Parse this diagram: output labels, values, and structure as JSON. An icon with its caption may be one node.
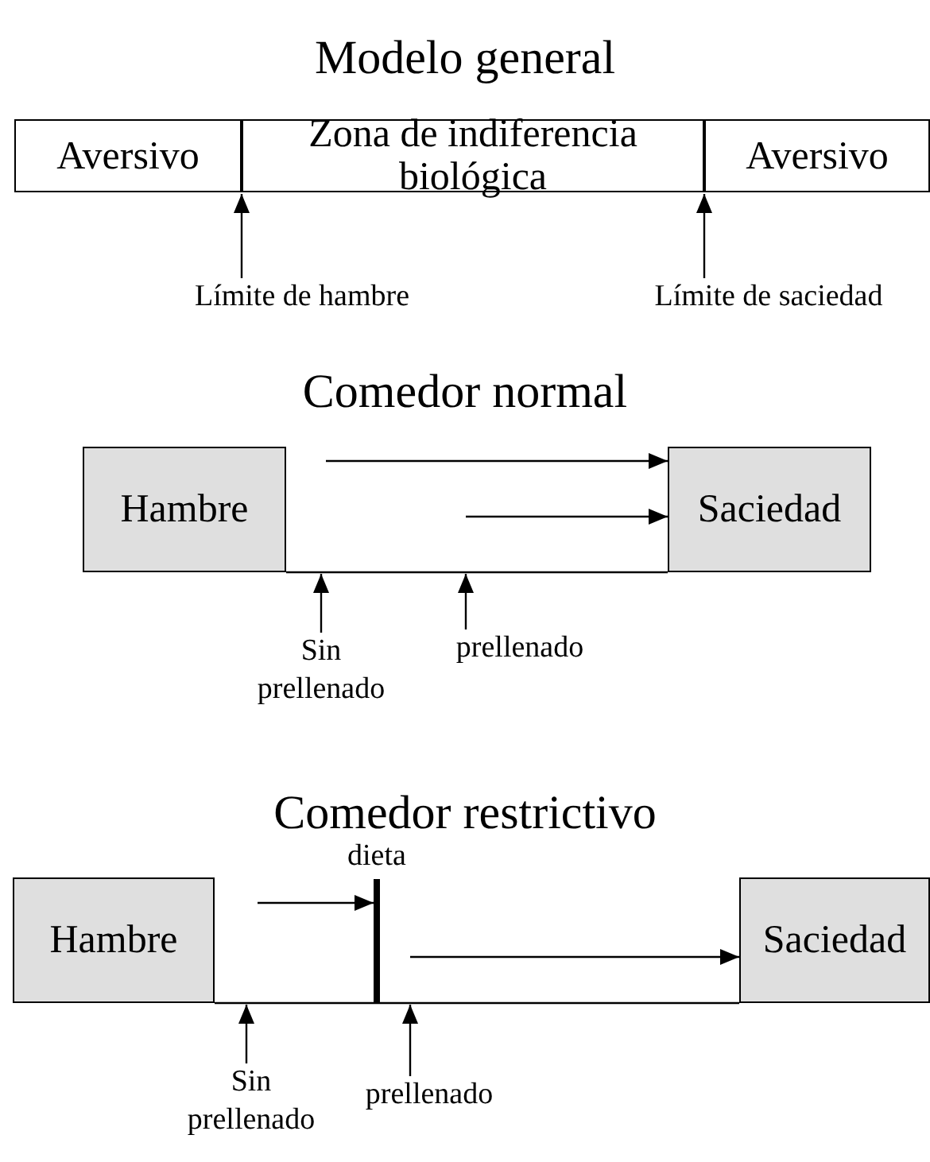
{
  "diagram": {
    "nodes": [
      {
        "text": [
          "Aversivo"
        ]
      },
      {
        "text": [
          "Zona de indiferencia biológica"
        ]
      },
      {
        "text": [
          "Aversivo"
        ]
      },
      {
        "text": [
          "Límite de hambre"
        ]
      },
      {
        "text": [
          "Límite de saciedad"
        ]
      },
      {
        "text": [
          "Hambre"
        ]
      },
      {
        "text": [
          "Saciedad"
        ]
      },
      {
        "text": [
          "Sin prellenado"
        ]
      },
      {
        "text": [
          "prellenado"
        ]
      },
      {
        "text": [
          "Hambre"
        ]
      },
      {
        "text": [
          "Saciedad"
        ]
      },
      {
        "text": [],
        "shape": "bar",
        "beside": [
          "dieta"
        ]
      },
      {
        "text": [
          "Sin prellenado"
        ]
      },
      {
        "text": [
          "prellenado"
        ]
      }
    ],
    "edges": [
      {
        "from": 3,
        "to": 0,
        "arrow": "to"
      },
      {
        "from": 4,
        "to": 2,
        "arrow": "to"
      },
      {
        "from": null,
        "to": 6,
        "arrow": "to"
      },
      {
        "from": null,
        "to": 6,
        "arrow": "to"
      },
      {
        "from": 5,
        "to": 6,
        "arrow": "none"
      },
      {
        "from": 7,
        "to": 5,
        "arrow": "to"
      },
      {
        "from": 8,
        "to": null,
        "arrow": "to"
      },
      {
        "from": null,
        "to": 11,
        "arrow": "to"
      },
      {
        "from": null,
        "to": 10,
        "arrow": "to"
      },
      {
        "from": 9,
        "to": 10,
        "arrow": "none"
      },
      {
        "from": 12,
        "to": 9,
        "arrow": "to"
      },
      {
        "from": 13,
        "to": 11,
        "arrow": "to"
      }
    ],
    "labels": [
      "Modelo general",
      "Comedor normal",
      "Comedor restrictivo"
    ]
  }
}
